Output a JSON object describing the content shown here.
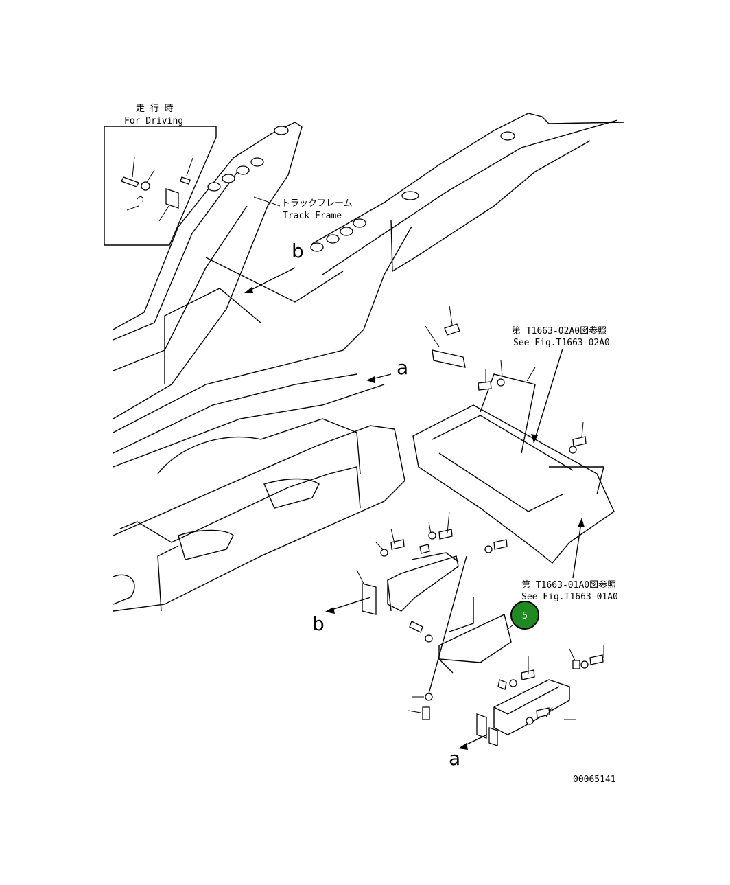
{
  "labels": {
    "driving_jp": "走 行 時",
    "driving_en": "For Driving",
    "track_frame_jp": "トラックフレーム",
    "track_frame_en": "Track Frame",
    "ref_02_jp": "第 T1663-02A0図参照",
    "ref_02_en": "See Fig.T1663-02A0",
    "ref_01_jp": "第 T1663-01A0図参照",
    "ref_01_en": "See Fig.T1663-01A0",
    "arrow_b_upper": "b",
    "arrow_a_upper": "a",
    "arrow_b_lower": "b",
    "arrow_a_lower": "a",
    "drawing_number": "00065141"
  },
  "callouts": [
    {
      "label": "5",
      "color": "#1f8a1f"
    }
  ]
}
